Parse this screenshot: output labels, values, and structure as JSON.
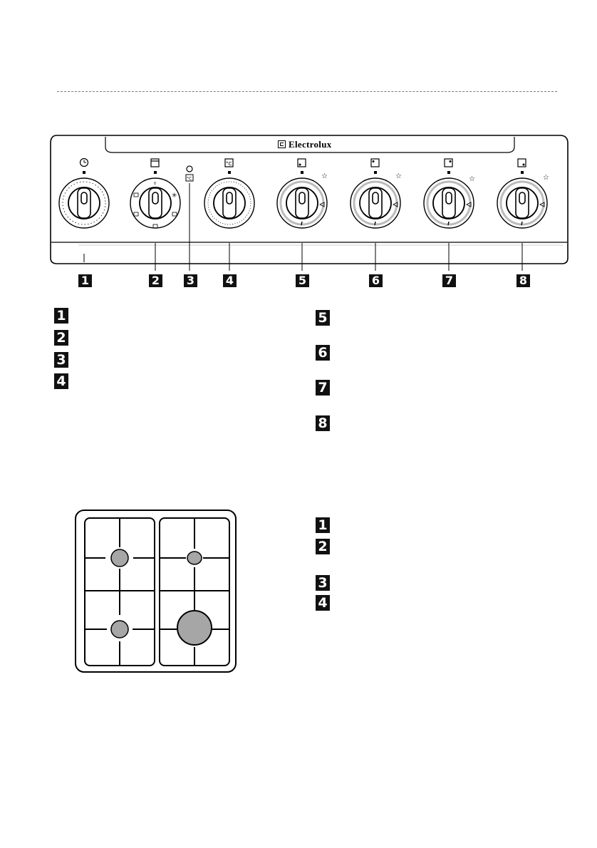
{
  "brand": "Electrolux",
  "panel_numbers": [
    "1",
    "2",
    "3",
    "4",
    "5",
    "6",
    "7",
    "8"
  ],
  "legend_left": [
    "1",
    "2",
    "3",
    "4"
  ],
  "legend_right": [
    "5",
    "6",
    "7",
    "8"
  ],
  "hob_legend": [
    "1",
    "2",
    "3",
    "4"
  ],
  "icons": {
    "knob1": "clock-icon",
    "knob2": "oven-function-icon",
    "indicator3": "thermostat-light-icon",
    "knob4": "temperature-icon",
    "knob5": "burner-rear-left-icon",
    "knob6": "burner-front-left-icon",
    "knob7": "burner-front-right-icon",
    "knob8": "burner-rear-right-icon",
    "ignition": "spark-icon"
  },
  "colors": {
    "burner_fill": "#a6a6a6",
    "label_bg": "#111111"
  }
}
